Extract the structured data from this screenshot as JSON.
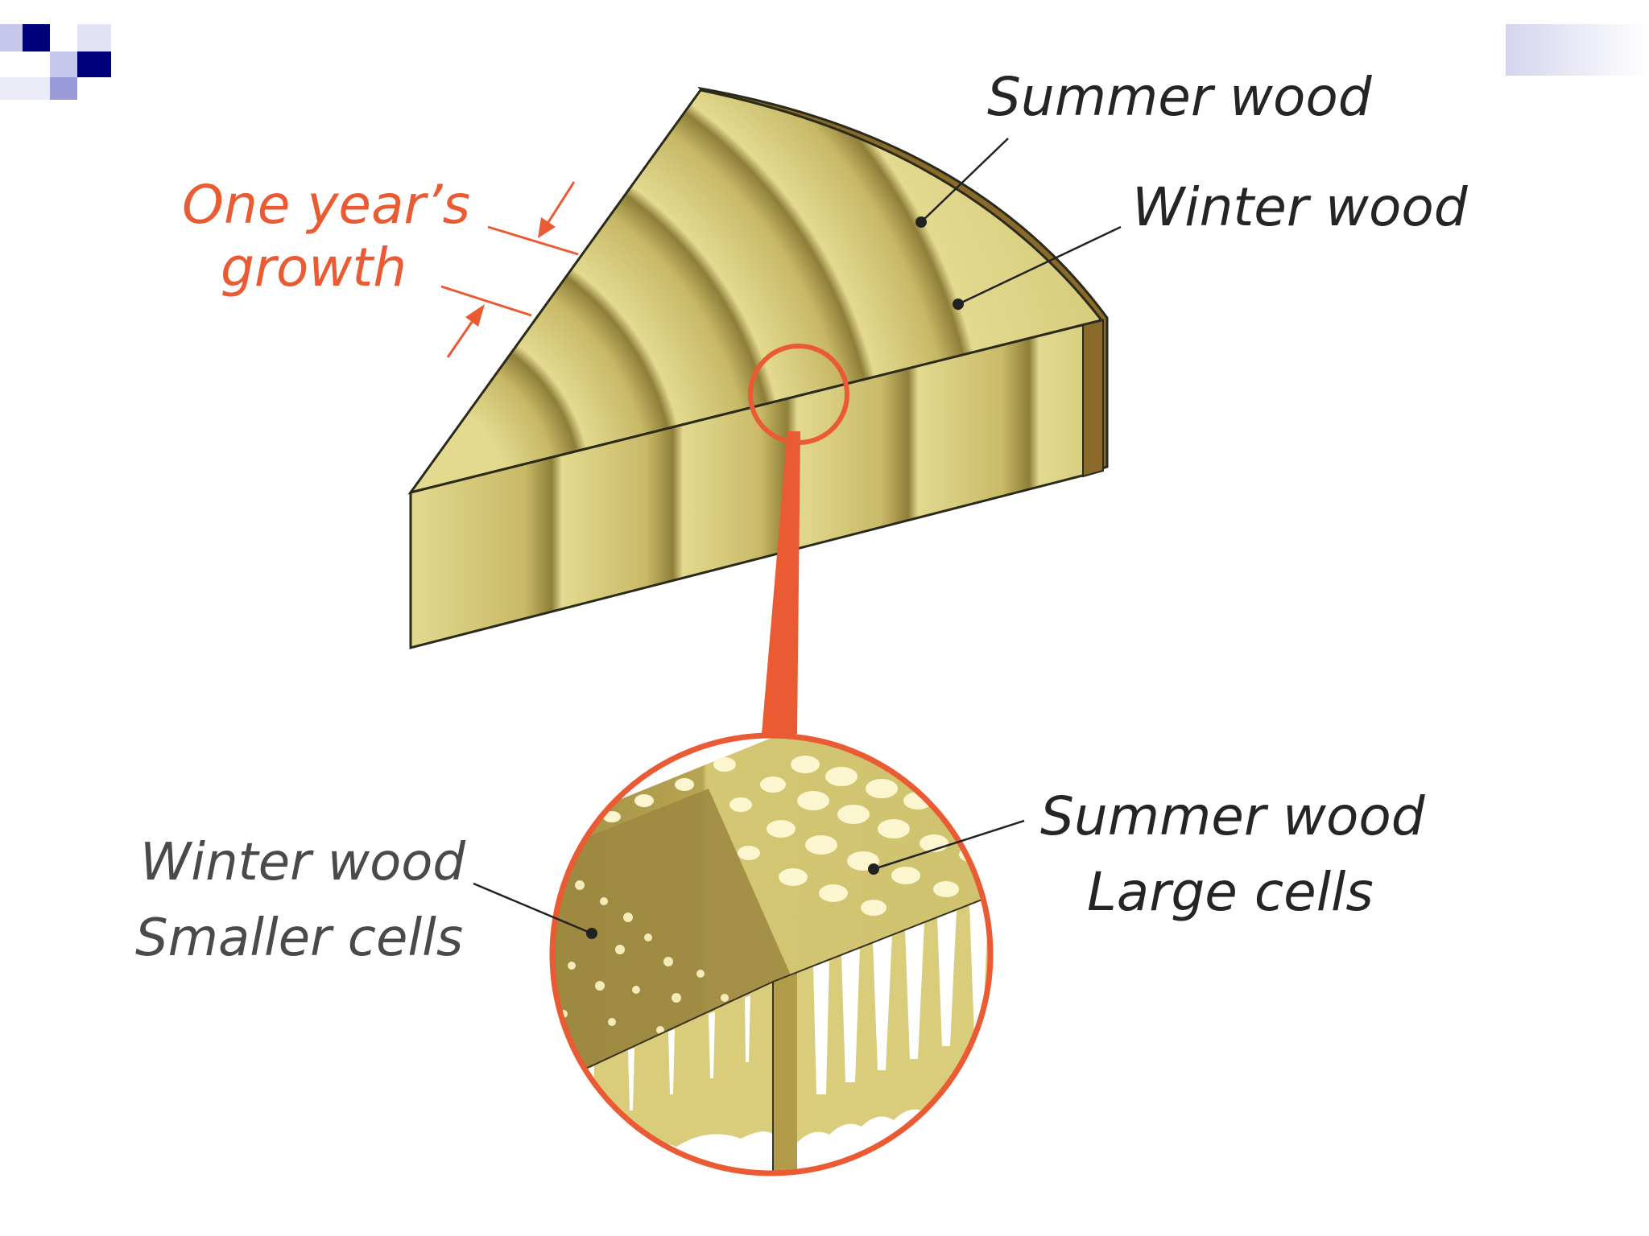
{
  "labels": {
    "summer_wood_top": "Summer wood",
    "winter_wood_top": "Winter wood",
    "one_years_growth_line1": "One year’s",
    "one_years_growth_line2": "growth",
    "winter_wood_detail": "Winter wood",
    "smaller_cells": "Smaller cells",
    "summer_wood_detail": "Summer wood",
    "large_cells": "Large cells"
  },
  "icons": {
    "slide_corner_logo": "pixel-squares-icon",
    "slide_corner_bar": "gradient-bar-icon"
  },
  "colors": {
    "wood_light": "#e2d98c",
    "wood_dark": "#9c8a3e",
    "bark": "#8a6a2a",
    "callout_red": "#ea5a33",
    "logo_navy": "#00007a",
    "logo_lavender": "#c8c8ec"
  }
}
